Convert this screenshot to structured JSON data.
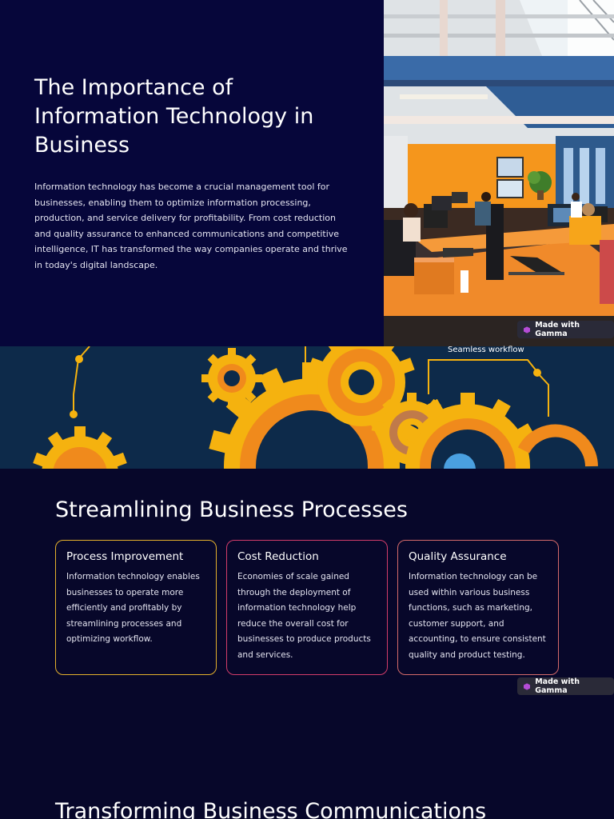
{
  "slide1": {
    "title": "The Importance of Information Technology in Business",
    "body": "Information technology has become a crucial management tool for businesses, enabling them to optimize information processing, production, and service delivery for profitability. From cost reduction and quality assurance to enhanced communications and competitive intelligence, IT has transformed the way companies operate and thrive in today's digital landscape."
  },
  "badge": {
    "label": "Made with Gamma"
  },
  "gears_image": {
    "label": "Seamless workflow"
  },
  "slide2": {
    "title": "Streamlining Business Processes",
    "cards": [
      {
        "title": "Process Improvement",
        "body": "Information technology enables businesses to operate more efficiently and profitably by streamlining processes and optimizing workflow."
      },
      {
        "title": "Cost Reduction",
        "body": "Economies of scale gained through the deployment of information technology help reduce the overall cost for businesses to produce products and services."
      },
      {
        "title": "Quality Assurance",
        "body": "Information technology can be used within various business functions, such as marketing, customer support, and accounting, to ensure consistent quality and product testing."
      }
    ]
  },
  "slide3": {
    "title": "Transforming Business Communications"
  },
  "colors": {
    "background": "#07072a",
    "card_border_1": "#e4b02c",
    "card_border_2": "#d23c6a",
    "card_border_3": "#d46a6a",
    "gear_yellow": "#f7b40f",
    "gear_orange": "#f08a1c"
  }
}
